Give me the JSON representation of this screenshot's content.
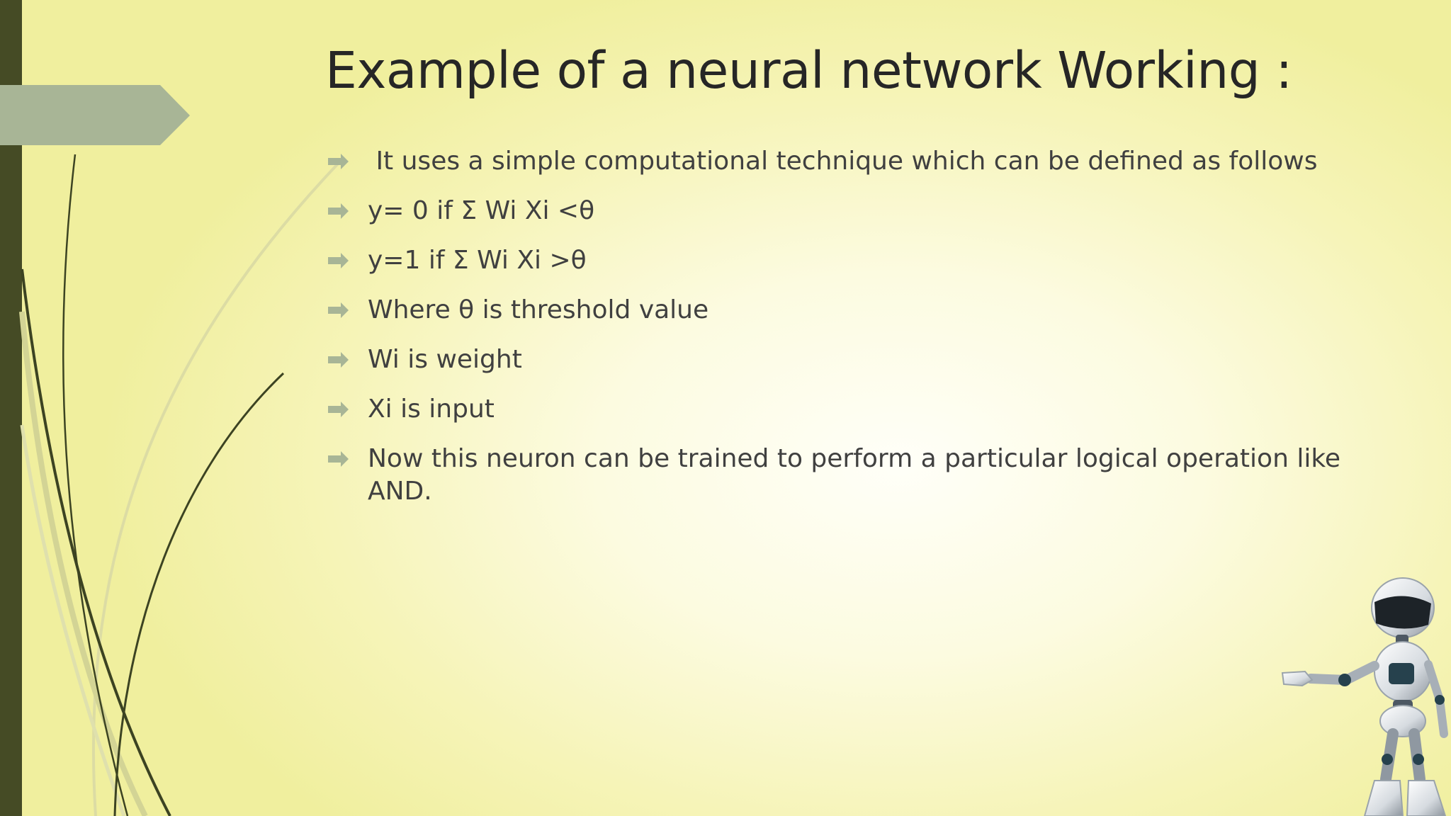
{
  "slide": {
    "title": "Example of a neural network Working :",
    "bullets": [
      " It uses a simple computational technique which can be defined as follows",
      "y= 0 if Σ Wi Xi <θ",
      "y=1 if Σ Wi Xi >θ",
      "Where θ is threshold value",
      "Wi is weight",
      "Xi is input",
      "Now this neuron can be trained to perform a particular logical operation like AND."
    ]
  },
  "theme": {
    "dark_green": "#454b25",
    "accent_green": "#a8b596",
    "title_color": "#262626",
    "text_color": "#404040"
  },
  "decorations": {
    "icons": [
      "bullet-arrow-icon",
      "robot-icon"
    ]
  }
}
